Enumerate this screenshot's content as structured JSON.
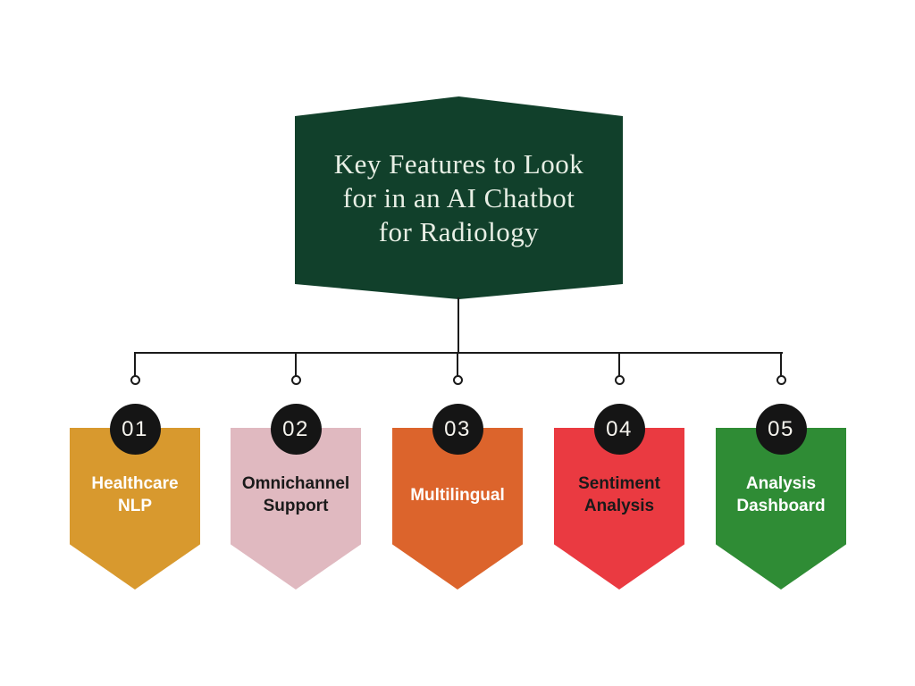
{
  "title": {
    "full_text": "Key Features to Look for in an AI Chatbot for Radiology",
    "line1": "Key Features to Look",
    "line2": "for in an AI Chatbot",
    "line3": "for Radiology",
    "bg_color": "#11402B",
    "text_color": "#E8EFE5"
  },
  "connectors": {
    "line_color": "#1A1A1A",
    "node_fill": "#FFFFFF",
    "node_count": 5
  },
  "number_badge": {
    "bg_color": "#151515",
    "text_color": "#F6F4EE"
  },
  "features": [
    {
      "number": "01",
      "label": "Healthcare NLP",
      "line1": "Healthcare",
      "line2": "NLP",
      "banner_color": "#D8992E",
      "label_color": "#FFFFFF"
    },
    {
      "number": "02",
      "label": "Omnichannel Support",
      "line1": "Omnichannel",
      "line2": "Support",
      "banner_color": "#E0B9C0",
      "label_color": "#1A1A1A"
    },
    {
      "number": "03",
      "label": "Multilingual",
      "line1": "Multilingual",
      "line2": "",
      "banner_color": "#DC642C",
      "label_color": "#FFFFFF"
    },
    {
      "number": "04",
      "label": "Sentiment Analysis",
      "line1": "Sentiment",
      "line2": "Analysis",
      "banner_color": "#EA3A41",
      "label_color": "#1A1A1A"
    },
    {
      "number": "05",
      "label": "Analysis Dashboard",
      "line1": "Analysis",
      "line2": "Dashboard",
      "banner_color": "#2F8C35",
      "label_color": "#FFFFFF"
    }
  ]
}
